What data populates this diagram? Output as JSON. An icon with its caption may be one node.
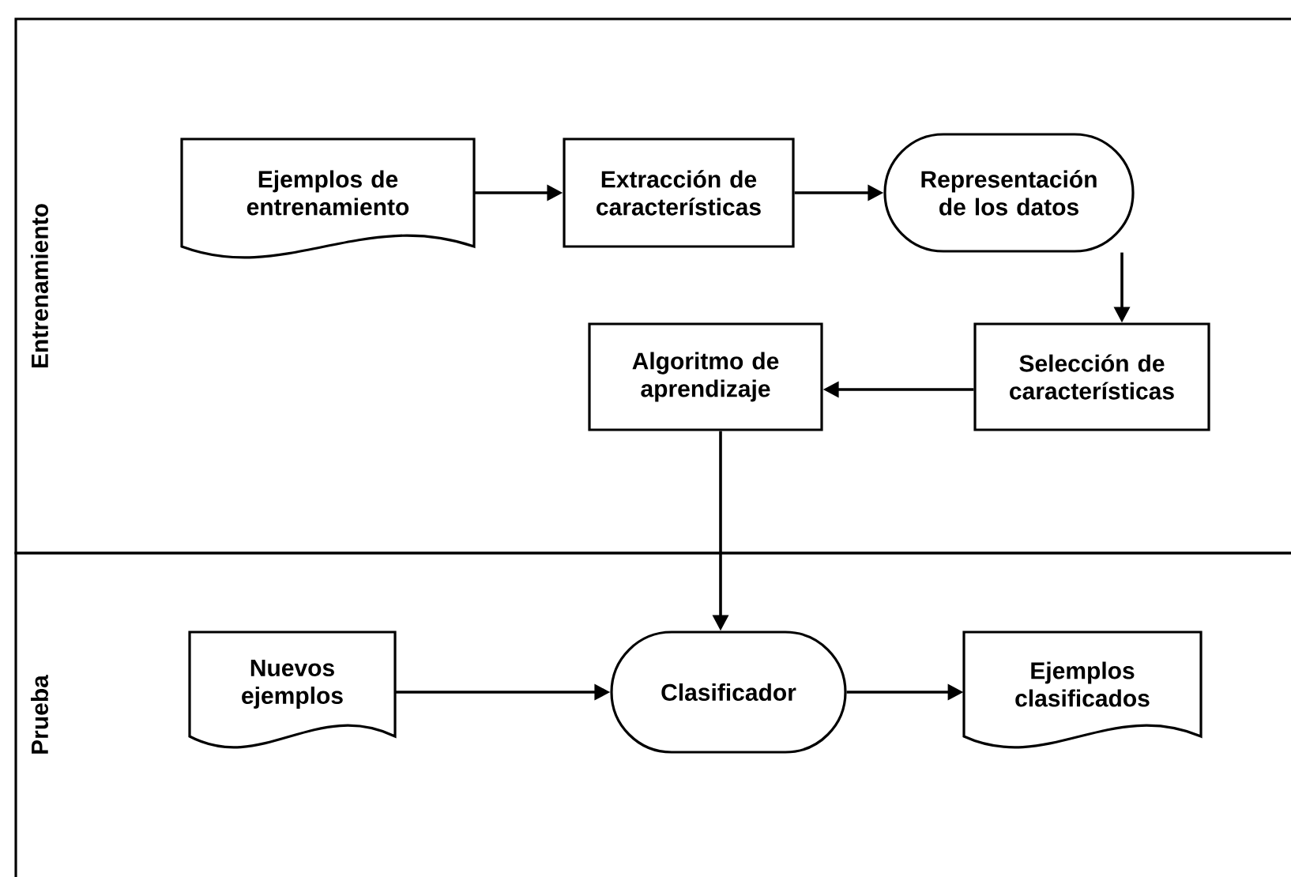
{
  "diagram": {
    "nodes": [
      {
        "text": [
          "Entrenamiento"
        ]
      },
      {
        "text": [
          "Ejemplos de entrenamiento"
        ],
        "in": 0
      },
      {
        "text": [
          "Extracción de características"
        ],
        "in": 0
      },
      {
        "text": [
          "Representación de los datos"
        ],
        "in": 0
      },
      {
        "text": [
          "Algoritmo de aprendizaje"
        ],
        "in": 0
      },
      {
        "text": [
          "Selección de características"
        ],
        "in": 0
      },
      {
        "text": [
          "Prueba"
        ]
      },
      {
        "text": [
          "Nuevos ejemplos"
        ],
        "in": 6
      },
      {
        "text": [
          "Clasificador"
        ],
        "in": 6
      },
      {
        "text": [
          "Ejemplos clasificados"
        ],
        "in": 6
      }
    ],
    "edges": [
      {
        "from": 1,
        "to": 2,
        "arrow": "to"
      },
      {
        "from": 2,
        "to": 3,
        "arrow": "to"
      },
      {
        "from": 3,
        "to": 5,
        "arrow": "to"
      },
      {
        "from": 5,
        "to": 4,
        "arrow": "to"
      },
      {
        "from": 4,
        "to": 8,
        "arrow": "to"
      },
      {
        "from": 7,
        "to": 8,
        "arrow": "to"
      },
      {
        "from": 8,
        "to": 9,
        "arrow": "to"
      }
    ]
  }
}
